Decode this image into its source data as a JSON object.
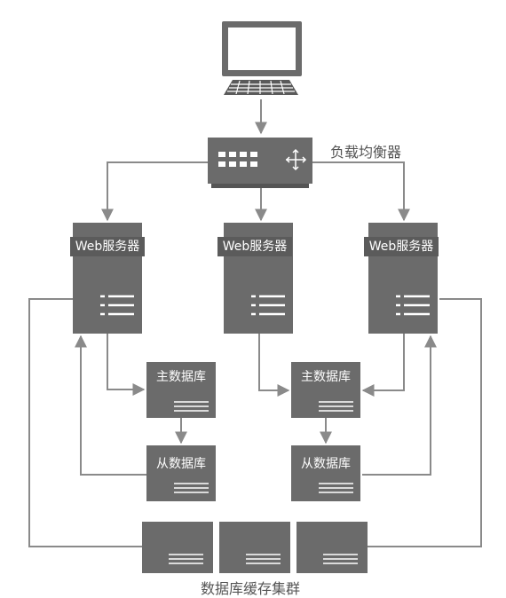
{
  "nodes": {
    "load_balancer": {
      "label": "负载均衡器"
    },
    "web_server_label": "Web服务器",
    "master_db_label": "主数据库",
    "slave_db_label": "从数据库",
    "cache_cluster": {
      "label": "数据库缓存集群"
    }
  },
  "colors": {
    "node_fill": "#6b6b6b",
    "node_dark": "#4a4a4a",
    "line": "#8a8a8a",
    "text_light": "#ffffff",
    "caption": "#555555"
  }
}
